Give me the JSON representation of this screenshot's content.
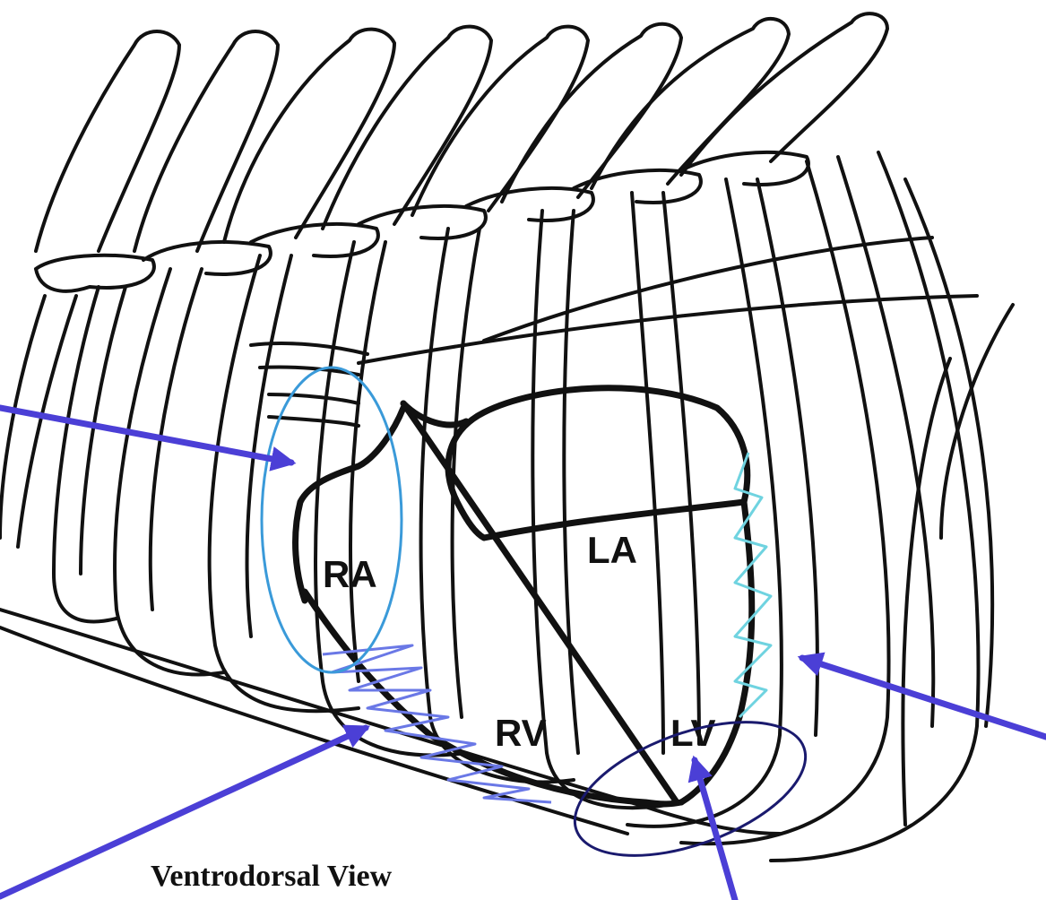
{
  "labels": {
    "ra": "RA",
    "la": "LA",
    "rv": "RV",
    "lv": "LV"
  },
  "caption": "Ventrodorsal View",
  "colors": {
    "arrow": "#4b3fd6",
    "ellipse_ra": "#3a9ad9",
    "ellipse_lv": "#1a1a6e",
    "zigzag_left": "#6a78e6",
    "zigzag_right": "#6fd3e0",
    "ink": "#111111"
  }
}
